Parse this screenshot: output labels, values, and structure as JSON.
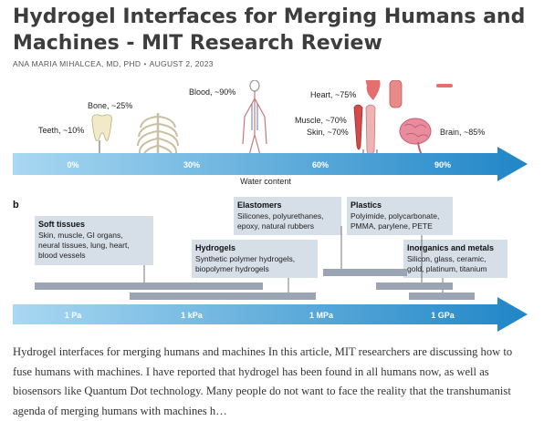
{
  "article": {
    "title": "Hydrogel Interfaces for Merging Humans and Machines - MIT Research Review",
    "author": "ANA MARIA MIHALCEA, MD, PHD",
    "separator": "•",
    "date": "AUGUST 2, 2023",
    "excerpt": "Hydrogel interfaces for merging humans and machines In this article, MIT researchers are discussing how to fuse humans with machines. I have reported that hydrogel has been found in all humans now, as well as biosensors like Quantum Dot technology. Many people do not want to face the reality that the transhumanist agenda of merging humans with machines h…"
  },
  "figure": {
    "water": {
      "tissue_labels": {
        "blood": "Blood, ~90%",
        "heart": "Heart, ~75%",
        "bone": "Bone, ~25%",
        "teeth": "Teeth, ~10%",
        "muscle": "Muscle, ~70%",
        "skin": "Skin, ~70%",
        "brain": "Brain, ~85%"
      },
      "ticks": [
        "0%",
        "30%",
        "60%",
        "90%"
      ],
      "axis_label": "Water content"
    },
    "modulus": {
      "panel_label": "b",
      "groups": {
        "soft": {
          "title": "Soft tissues",
          "lines": [
            "Skin, muscle, GI organs,",
            "neural tissues, lung, heart,",
            "blood vessels"
          ]
        },
        "hydrogels": {
          "title": "Hydrogels",
          "lines": [
            "Synthetic polymer hydrogels,",
            "biopolymer hydrogels"
          ]
        },
        "elastomers": {
          "title": "Elastomers",
          "lines": [
            "Silicones, polyurethanes,",
            "epoxy, natural rubbers"
          ]
        },
        "plastics": {
          "title": "Plastics",
          "lines": [
            "Polyimide, polycarbonate,",
            "PMMA, parylene, PETE"
          ]
        },
        "inorganics": {
          "title": "Inorganics and metals",
          "lines": [
            "Silicon, glass, ceramic,",
            "gold, platinum, titanium"
          ]
        }
      },
      "ticks": [
        "1 Pa",
        "1 kPa",
        "1 MPa",
        "1 GPa"
      ]
    },
    "colors": {
      "arrow_start": "#a9d8f2",
      "arrow_end": "#1f86c7",
      "box": "#d6dee8",
      "bar": "#9aa4b2",
      "organ": "#e56f6f"
    }
  }
}
